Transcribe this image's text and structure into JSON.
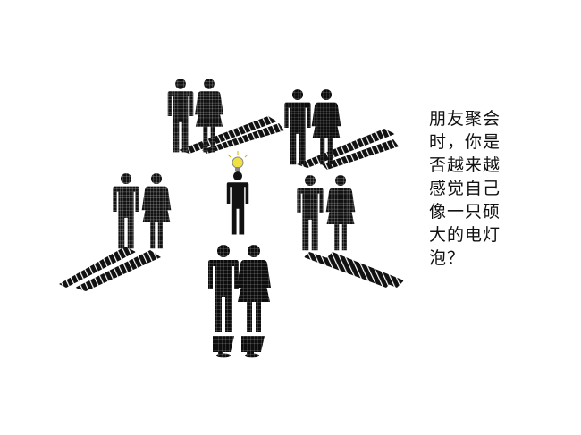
{
  "caption": {
    "lines": [
      "朋友聚会",
      "时，你是",
      "否越来越",
      "感觉自己",
      "像一只硕",
      "大的电灯",
      "泡？"
    ]
  },
  "scene": {
    "couples": [
      {
        "id": "top-left",
        "man": true,
        "woman": true
      },
      {
        "id": "top-right",
        "man": true,
        "woman": true
      },
      {
        "id": "middle-left",
        "man": true,
        "woman": true
      },
      {
        "id": "middle-right",
        "man": true,
        "woman": true
      },
      {
        "id": "bottom",
        "man": true,
        "woman": true
      }
    ],
    "center_person": {
      "id": "single-man",
      "bulb": true
    }
  },
  "colors": {
    "figure": "#111111",
    "shadow": "#1a1a1a",
    "grid": "#ffffff",
    "bulb": "#f0e040",
    "background": "#ffffff"
  }
}
